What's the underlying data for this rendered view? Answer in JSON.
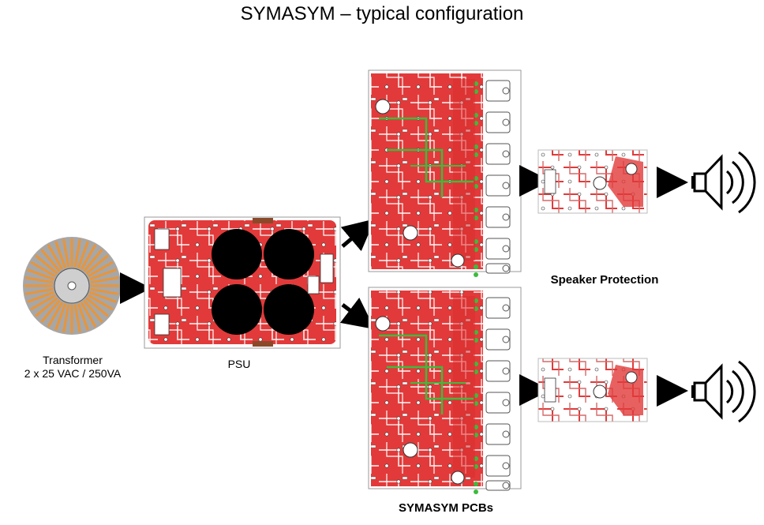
{
  "title": "SYMASYM – typical configuration",
  "labels": {
    "transformer_line1": "Transformer",
    "transformer_line2": "2 x 25 VAC / 250VA",
    "psu": "PSU",
    "speaker_protection": "Speaker Protection",
    "symasym_pcbs": "SYMASYM PCBs"
  },
  "colors": {
    "pcb_red": "#e23a3a",
    "pcb_light": "#f4a7a7",
    "trace_green": "#3dbb3d",
    "capacitor": "#000000",
    "transformer_winding": "#e8953a",
    "transformer_body": "#a7a7a7",
    "arrow": "#000000"
  },
  "icons": {
    "transformer": "toroidal-transformer-icon",
    "speaker": "speaker-icon"
  }
}
